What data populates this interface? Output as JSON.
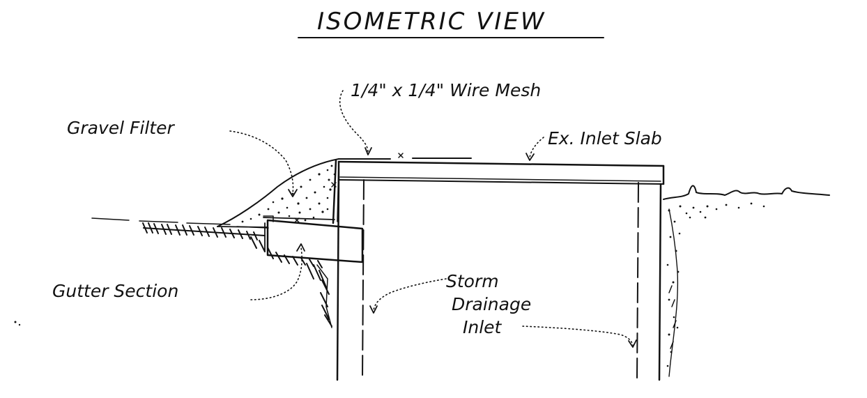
{
  "title": "ISOMETRIC VIEW",
  "labels": {
    "wire_mesh": "1/4\" x 1/4\" Wire Mesh",
    "gravel_filter": "Gravel Filter",
    "inlet_slab": "Ex. Inlet Slab",
    "gutter_section": "Gutter Section",
    "storm_line1": "Storm",
    "storm_line2": "Drainage",
    "storm_line3": "Inlet"
  },
  "colors": {
    "ink": "#111111",
    "paper": "#ffffff"
  }
}
